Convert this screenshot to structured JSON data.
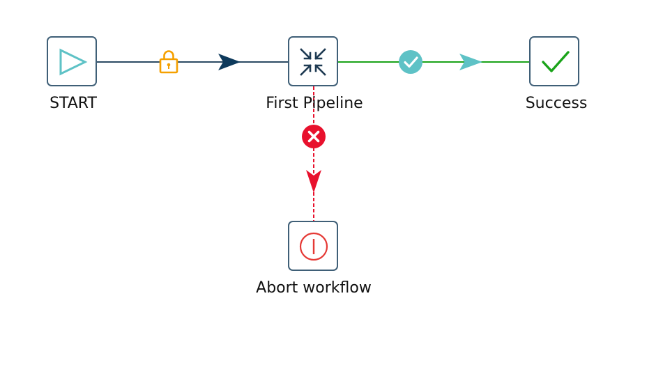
{
  "workflow": {
    "nodes": [
      {
        "id": "start",
        "label": "START",
        "icon": "play-triangle-icon"
      },
      {
        "id": "pipeline",
        "label": "First Pipeline",
        "icon": "collapse-arrows-icon"
      },
      {
        "id": "success",
        "label": "Success",
        "icon": "checkmark-icon"
      },
      {
        "id": "abort",
        "label": "Abort workflow",
        "icon": "abort-circle-icon"
      }
    ],
    "hops": [
      {
        "from": "start",
        "to": "pipeline",
        "type": "unconditional",
        "icon": "lock-icon"
      },
      {
        "from": "pipeline",
        "to": "success",
        "type": "on-success",
        "icon": "check-circle-icon"
      },
      {
        "from": "pipeline",
        "to": "abort",
        "type": "on-failure",
        "icon": "error-x-circle-icon"
      }
    ]
  },
  "colors": {
    "node_border": "#3f5f77",
    "unconditional_hop": "#2c4a63",
    "arrow_dark": "#0e3a5c",
    "success_hop": "#1aa319",
    "success_accent": "#5ec2c6",
    "failure_hop": "#e8112d",
    "lock": "#f5a000",
    "start_icon": "#5ec2c6",
    "success_check": "#1aa319",
    "abort_icon": "#e53935"
  }
}
